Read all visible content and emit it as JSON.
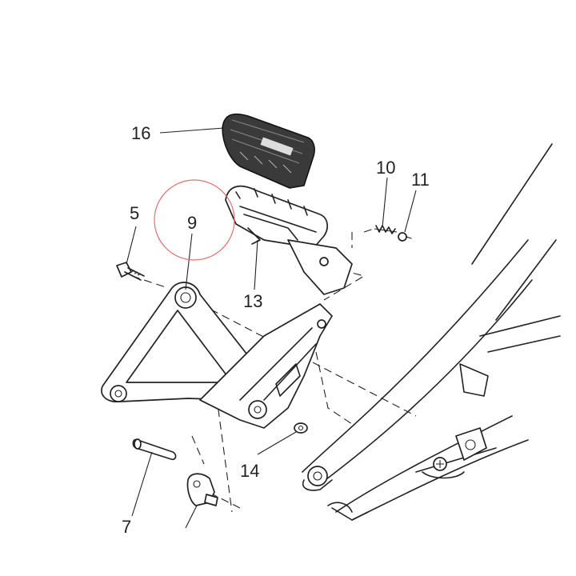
{
  "callouts": {
    "c16": "16",
    "c10": "10",
    "c11": "11",
    "c5": "5",
    "c9": "9",
    "c13": "13",
    "c14": "14",
    "c7": "7"
  },
  "highlight_color": "#e07070",
  "line_color": "#222222"
}
